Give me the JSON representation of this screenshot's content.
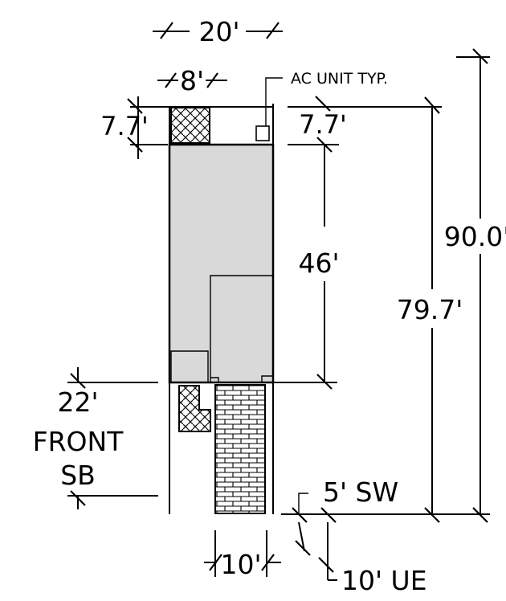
{
  "labels": {
    "width_total": "20'",
    "width_patio": "8'",
    "ac_unit": "AC UNIT TYP.",
    "rear_left": "7.7'",
    "rear_right": "7.7'",
    "house_depth": "46'",
    "lot_depth": "90.0'",
    "depth_to_row": "79.7'",
    "front_sb_value": "22'",
    "front_sb_line1": "FRONT",
    "front_sb_line2": "SB",
    "sidewalk": "5' SW",
    "utility_easement": "10' UE",
    "driveway_width": "10'"
  },
  "colors": {
    "house_fill": "#d9d9d9",
    "line": "#000000",
    "background": "#ffffff"
  },
  "patterns": {
    "patio": "herringbone-hatch",
    "driveway": "brick-running-bond"
  }
}
